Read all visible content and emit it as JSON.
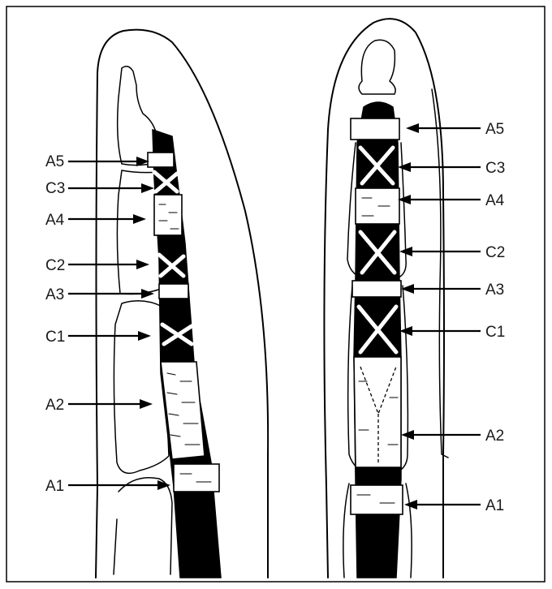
{
  "left_panel": {
    "labels": [
      "A5",
      "C3",
      "A4",
      "C2",
      "A3",
      "C1",
      "A2",
      "A1"
    ]
  },
  "right_panel": {
    "labels": [
      "A5",
      "C3",
      "A4",
      "C2",
      "A3",
      "C1",
      "A2",
      "A1"
    ]
  }
}
